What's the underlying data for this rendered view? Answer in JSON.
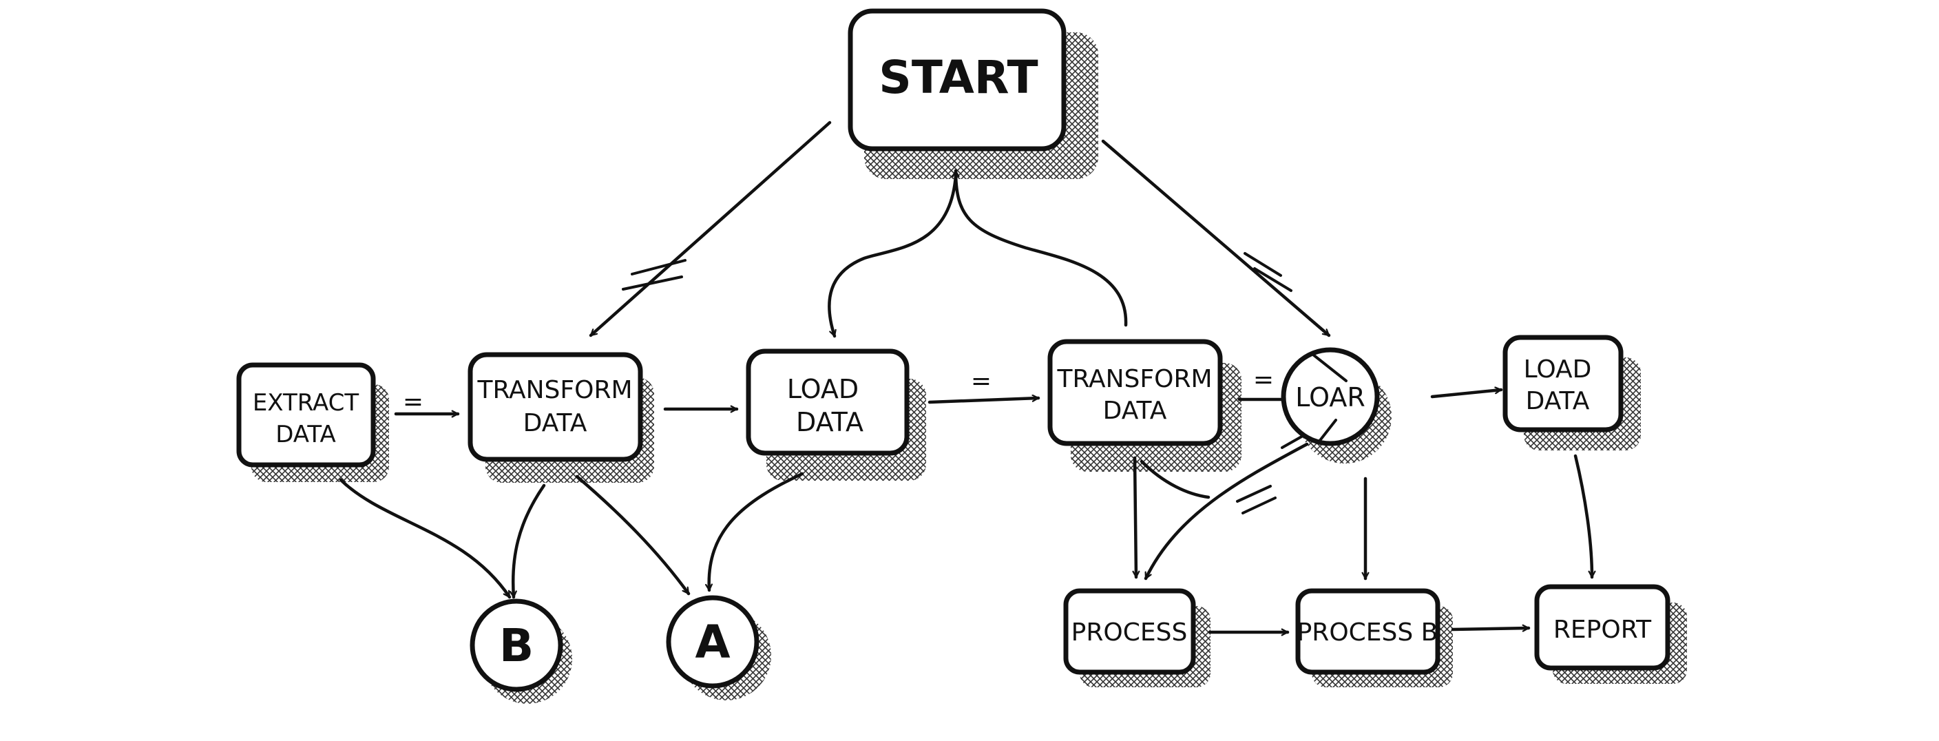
{
  "diagram": {
    "nodes": {
      "start": {
        "label": "START"
      },
      "extract": {
        "line1": "EXTRACT",
        "line2": "DATA"
      },
      "transform1": {
        "line1": "TRANSFORM",
        "line2": "DATA"
      },
      "load1": {
        "line1": "LOAD",
        "line2": "DATA"
      },
      "transform2": {
        "line1": "TRANSFORM",
        "line2": "DATA"
      },
      "loar": {
        "label": "LOAR"
      },
      "load2": {
        "line1": "LOAD",
        "line2": "DATA"
      },
      "circle_b": {
        "label": "B"
      },
      "circle_a": {
        "label": "A"
      },
      "process": {
        "label": "PROCESS"
      },
      "process_b": {
        "label": "PROCESS B"
      },
      "report": {
        "label": "REPORT"
      }
    },
    "edge_marks": {
      "equals": "="
    }
  }
}
